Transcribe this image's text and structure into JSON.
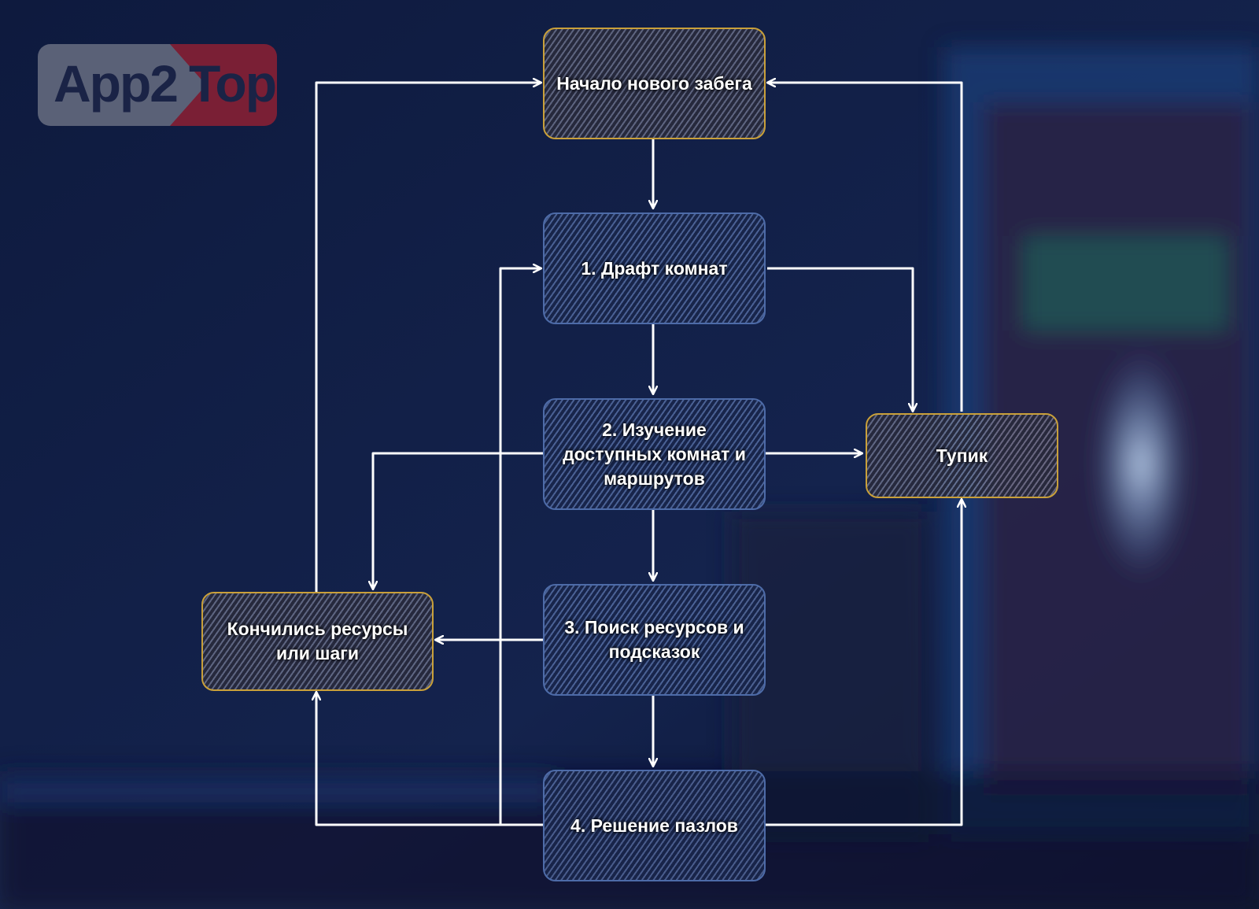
{
  "colors": {
    "background_dark": "#0d1838",
    "background_mid": "#1b2c5a",
    "node_border_blue": "#4d6ba8",
    "node_border_gold": "#c9a03a",
    "arrow": "#ffffff",
    "logo_left": "#5a6177",
    "logo_right": "#7a1f35",
    "logo_text": "#1a2346"
  },
  "logo": {
    "part1": "App2",
    "part2": "Top"
  },
  "nodes": {
    "start": {
      "label": "Начало нового забега",
      "style": "gold"
    },
    "draft": {
      "label": "1. Драфт комнат",
      "style": "blue"
    },
    "explore": {
      "label": "2. Изучение доступных комнат и маршрутов",
      "style": "blue"
    },
    "search": {
      "label": "3. Поиск ресурсов и подсказок",
      "style": "blue"
    },
    "puzzles": {
      "label": "4. Решение пазлов",
      "style": "blue"
    },
    "deadend": {
      "label": "Тупик",
      "style": "gold"
    },
    "out_of_resources": {
      "label": "Кончились ресурсы или шаги",
      "style": "gold"
    }
  },
  "edges": [
    {
      "from": "start",
      "to": "draft"
    },
    {
      "from": "draft",
      "to": "explore"
    },
    {
      "from": "explore",
      "to": "search"
    },
    {
      "from": "search",
      "to": "puzzles"
    },
    {
      "from": "explore",
      "to": "deadend"
    },
    {
      "from": "draft",
      "to": "deadend"
    },
    {
      "from": "deadend",
      "to": "start"
    },
    {
      "from": "puzzles",
      "to": "deadend"
    },
    {
      "from": "explore",
      "to": "out_of_resources"
    },
    {
      "from": "search",
      "to": "out_of_resources"
    },
    {
      "from": "puzzles",
      "to": "out_of_resources"
    },
    {
      "from": "out_of_resources",
      "to": "start"
    },
    {
      "from": "puzzles",
      "to": "draft"
    }
  ]
}
